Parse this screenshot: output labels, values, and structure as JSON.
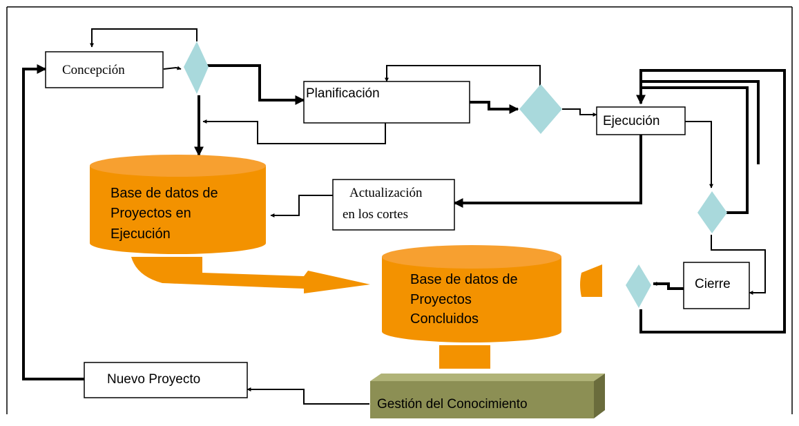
{
  "nodes": {
    "concepcion": "Concepción",
    "planificacion": "Planificación",
    "ejecucion": "Ejecución",
    "actualizacion": [
      "Actualización",
      "en los cortes"
    ],
    "cierre": "Cierre",
    "nuevo_proyecto": "Nuevo Proyecto",
    "gestion": "Gestión del Conocimiento",
    "db_ejecucion": [
      "Base de datos de",
      "Proyectos en",
      "Ejecución"
    ],
    "db_concluidos": [
      "Base de datos de",
      "Proyectos",
      "Concluidos"
    ]
  },
  "colors": {
    "database": "#f39200",
    "database_top": "#f7a030",
    "decision": "#a9d9dc",
    "knowledge_box": "#8c8f54",
    "knowledge_box_top": "#b0b378",
    "knowledge_box_side": "#6a6c3c",
    "arrows": "#000000"
  }
}
